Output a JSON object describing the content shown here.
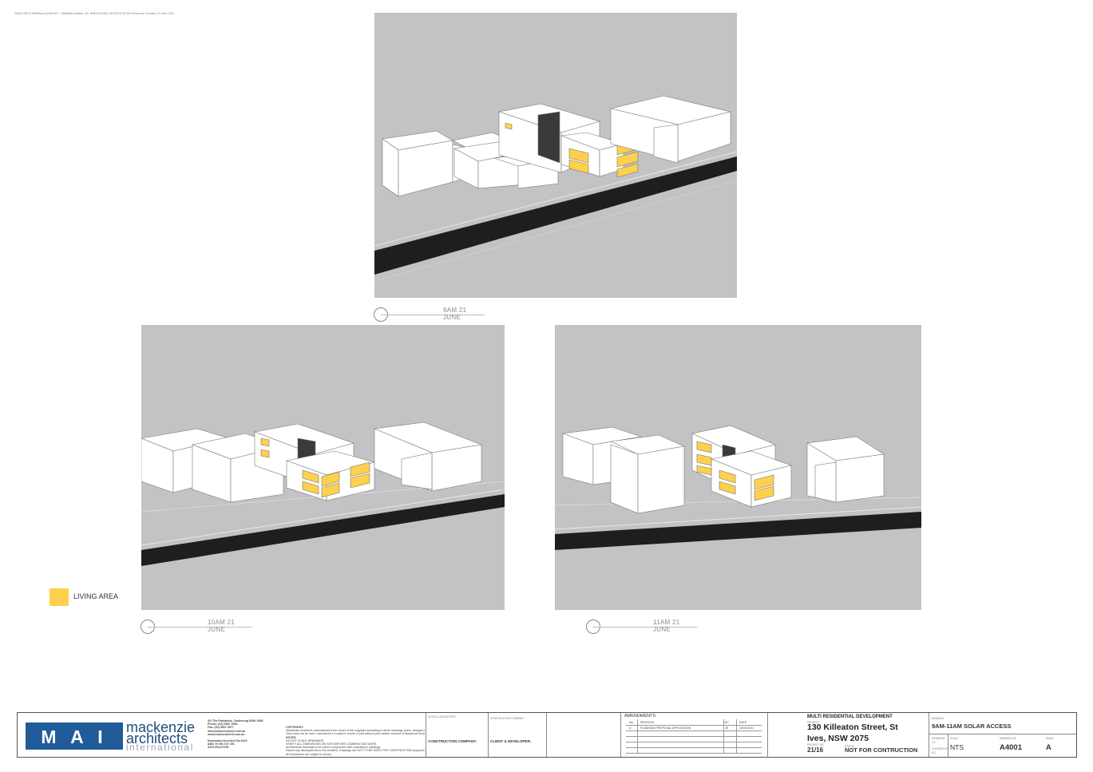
{
  "header": {
    "file_path": "28/02/2023 9MAbout 9AM-BT - 9MAbout Basic Sc WRCHICAD 02/2023 02:28 #Vasone Crimes 21 Ave 120"
  },
  "views": [
    {
      "id": "9am",
      "title": "9AM 21 JUNE"
    },
    {
      "id": "10am",
      "title": "10AM 21 JUNE"
    },
    {
      "id": "11am",
      "title": "11AM 21 JUNE"
    }
  ],
  "legend": {
    "label": "LIVING AREA",
    "color": "#fdd04d"
  },
  "colors": {
    "ground": "#c3c2c4",
    "road": "#1e1e1e",
    "building": "#ffffff",
    "living": "#fdd04d",
    "brand": "#1f5c99"
  },
  "title_block": {
    "logo_letters": "M A I",
    "logo_name_1": "mackenzie",
    "logo_name_2": "architects",
    "logo_sub": "international",
    "address_lines": [
      "4/2 The Parklands, Castlecrag NSW 2068",
      "Phone: (02) 9967 3966",
      "Fax: (02) 9967 3977",
      "info@mackenzieintl.com.au",
      "www.mackenzieintl.com.au",
      "",
      "Nominated Architect No.6022",
      "ABN 76 091 107 291",
      "ACN 091107291"
    ],
    "notes_lines": [
      "COPYRIGHT:",
      "Mackenzie Architects International is the owner of the copyright subsisting in these drawings, plans, designs and specifications.",
      "They must not be used, reproduced or copied in whole or part without prior written consent of Mackenzie Architects International.",
      "NOTES:",
      "DO NOT SCALE DRAWINGS",
      "VERIFY ALL DIMENSIONS ON SITE BEFORE COMMENCING WORK",
      "Architectural drawings to be read in conjunction with consultant's drawings.",
      "Report any discrepancies to the architect. Drawings are NOT TO BE USED FOR CONSTRUCTION purposes.",
      "All boundaries are subject to survey."
    ],
    "client_label": "CLIENT & DEVELOPER",
    "client_value": "CONSTRUCTION COMPANY:",
    "construction_label": "CONSTRUCTION COMPANY",
    "construction_value": "CLIENT & DEVELOPER:",
    "amendments": {
      "title": "AMENDMENTS",
      "col_no": "No.",
      "col_revision": "REVISION",
      "col_by": "BY",
      "col_date": "DATE",
      "rows": [
        {
          "no": "A",
          "revision": "PLANNING PROPOSAL APPLICATION",
          "by": "JE",
          "date": "23/02/2021"
        }
      ]
    },
    "project_type": "MULTI RESIDENTIAL DEVELOPMENT",
    "project_label": "PROJECT",
    "address_1": "130 Killeaton Street, St",
    "address_2": "Ives, NSW 2075",
    "project_no_label": "PROJECT NO",
    "project_no": "21/16",
    "status_label": "STATUS",
    "status": "NOT FOR CONTRUCTION",
    "drawing_label": "DRAWING",
    "drawing_title": "9AM-11AM SOLAR ACCESS",
    "drawn_label": "DRAWN BY",
    "drawn_value": "J.E.",
    "checked_label": "CHECKED BY",
    "checked_value": "B.C.",
    "scale_label": "SCALE",
    "scale": "NTS",
    "drawing_no_label": "DRAWING NO",
    "drawing_no": "A4001",
    "issue_label": "ISSUE",
    "issue": "A"
  }
}
